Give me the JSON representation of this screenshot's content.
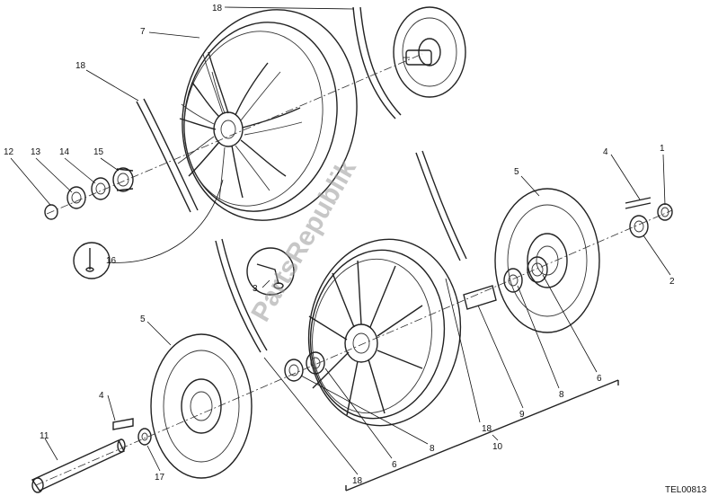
{
  "diagram": {
    "reference_code": "TEL00813",
    "watermark": "PartsRepublik",
    "callouts": [
      {
        "id": "c1",
        "label": "1"
      },
      {
        "id": "c2",
        "label": "2"
      },
      {
        "id": "c3",
        "label": "3"
      },
      {
        "id": "c4a",
        "label": "4"
      },
      {
        "id": "c4b",
        "label": "4"
      },
      {
        "id": "c5a",
        "label": "5"
      },
      {
        "id": "c5b",
        "label": "5"
      },
      {
        "id": "c6a",
        "label": "6"
      },
      {
        "id": "c6b",
        "label": "6"
      },
      {
        "id": "c7",
        "label": "7"
      },
      {
        "id": "c8a",
        "label": "8"
      },
      {
        "id": "c8b",
        "label": "8"
      },
      {
        "id": "c9",
        "label": "9"
      },
      {
        "id": "c10",
        "label": "10"
      },
      {
        "id": "c11",
        "label": "11"
      },
      {
        "id": "c12",
        "label": "12"
      },
      {
        "id": "c13",
        "label": "13"
      },
      {
        "id": "c14",
        "label": "14"
      },
      {
        "id": "c15",
        "label": "15"
      },
      {
        "id": "c16",
        "label": "16"
      },
      {
        "id": "c17",
        "label": "17"
      },
      {
        "id": "c18a",
        "label": "18"
      },
      {
        "id": "c18b",
        "label": "18"
      },
      {
        "id": "c18c",
        "label": "18"
      },
      {
        "id": "c18d",
        "label": "18"
      }
    ]
  }
}
